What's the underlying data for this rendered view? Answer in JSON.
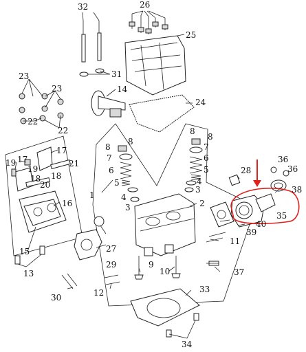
{
  "callouts": {
    "c1": "1",
    "c2": "2",
    "c3a": "3",
    "c3b": "3",
    "c4a": "4",
    "c4b": "4",
    "c5a": "5",
    "c5b": "5",
    "c6a": "6",
    "c6b": "6",
    "c7a": "7",
    "c7b": "7",
    "c8a": "8",
    "c8b": "8",
    "c8c": "8",
    "c8d": "8",
    "c9": "9",
    "c10": "10",
    "c11": "11",
    "c12": "12",
    "c13": "13",
    "c14": "14",
    "c15": "15",
    "c16": "16",
    "c17a": "17",
    "c17b": "17",
    "c18a": "18",
    "c18b": "18",
    "c19a": "19",
    "c19b": "19",
    "c20": "20",
    "c21": "21",
    "c22a": "22",
    "c22b": "22",
    "c23a": "23",
    "c23b": "23",
    "c24": "24",
    "c25": "25",
    "c26": "26",
    "c27": "27",
    "c28": "28",
    "c29": "29",
    "c30": "30",
    "c31": "31",
    "c32": "32",
    "c33": "33",
    "c34": "34",
    "c35": "35",
    "c36a": "36",
    "c36b": "36",
    "c37": "37",
    "c38": "38",
    "c39": "39",
    "c40": "40"
  },
  "highlight": {
    "color": "#e0201b",
    "part": "35"
  }
}
